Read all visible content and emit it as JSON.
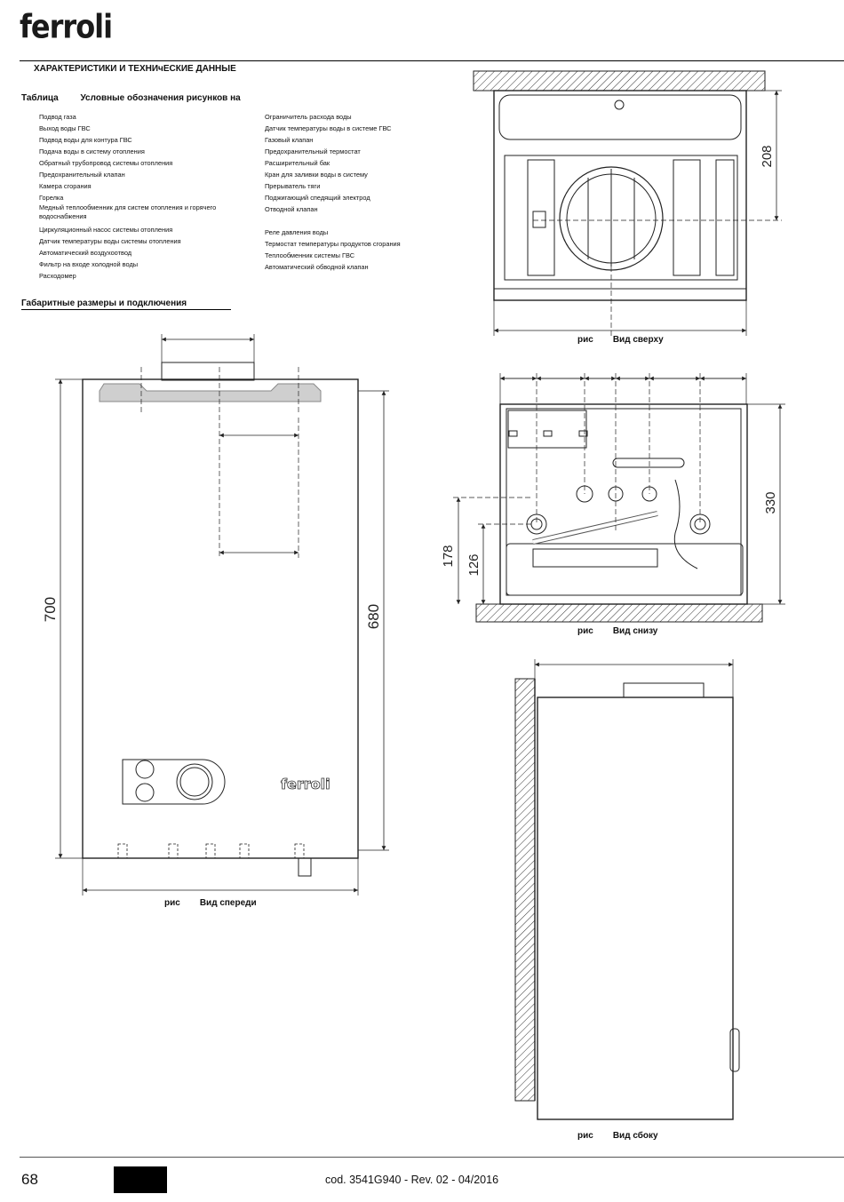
{
  "header": {
    "logo": "ferroli",
    "section_title": "ХАРАКТЕРИСТИКИ И ТЕХНИчЕСКИЕ ДАННЫЕ"
  },
  "legend": {
    "table_label": "Таблица",
    "title": "Условные обозначения рисунков на",
    "left_items": [
      "Подвод газа",
      "Выход воды ГВС",
      "Подвод воды для контура ГВС",
      "Подача воды в систему отопления",
      "Обратный трубопровод системы отопления",
      "Предохранительный клапан",
      "Камера сгорания",
      "Горелка",
      "Медный теплообменник для систем отопления и горячего водоснабжения",
      "Циркуляционный насос системы отопления",
      "Датчик температуры воды системы отопления",
      "Автоматический воздухоотвод",
      "Фильтр на входе холодной воды",
      "Расходомер"
    ],
    "right_items": [
      "Ограничитель расхода воды",
      "Датчик температуры воды в системе ГВС",
      "Газовый клапан",
      "Предохранительный термостат",
      "Расширительный бак",
      "Кран для заливки воды в систему",
      "Прерыватель тяги",
      "Поджигающий спедящий электрод",
      "Отводной клапан",
      "",
      "Реле давления воды",
      "Термостат температуры продуктов сгорания",
      "Теплообменник системы ГВС",
      "Автоматический обводной клапан"
    ]
  },
  "dimensions_title": "Габаритные размеры и подключения",
  "figures": {
    "top_view": {
      "fig": "рис",
      "caption": "Вид сверху",
      "dim": "208"
    },
    "bottom_view": {
      "fig": "рис",
      "caption": "Вид снизу",
      "dims": [
        "330",
        "178",
        "126"
      ]
    },
    "front_view": {
      "fig": "рис",
      "caption": "Вид спереди",
      "dims": [
        "700",
        "680"
      ],
      "panel_logo": "ferroli"
    },
    "side_view": {
      "fig": "рис",
      "caption": "Вид сбоку"
    }
  },
  "footer": {
    "page": "68",
    "code": "cod. 3541G940  -  Rev. 02  -  04/2016"
  }
}
